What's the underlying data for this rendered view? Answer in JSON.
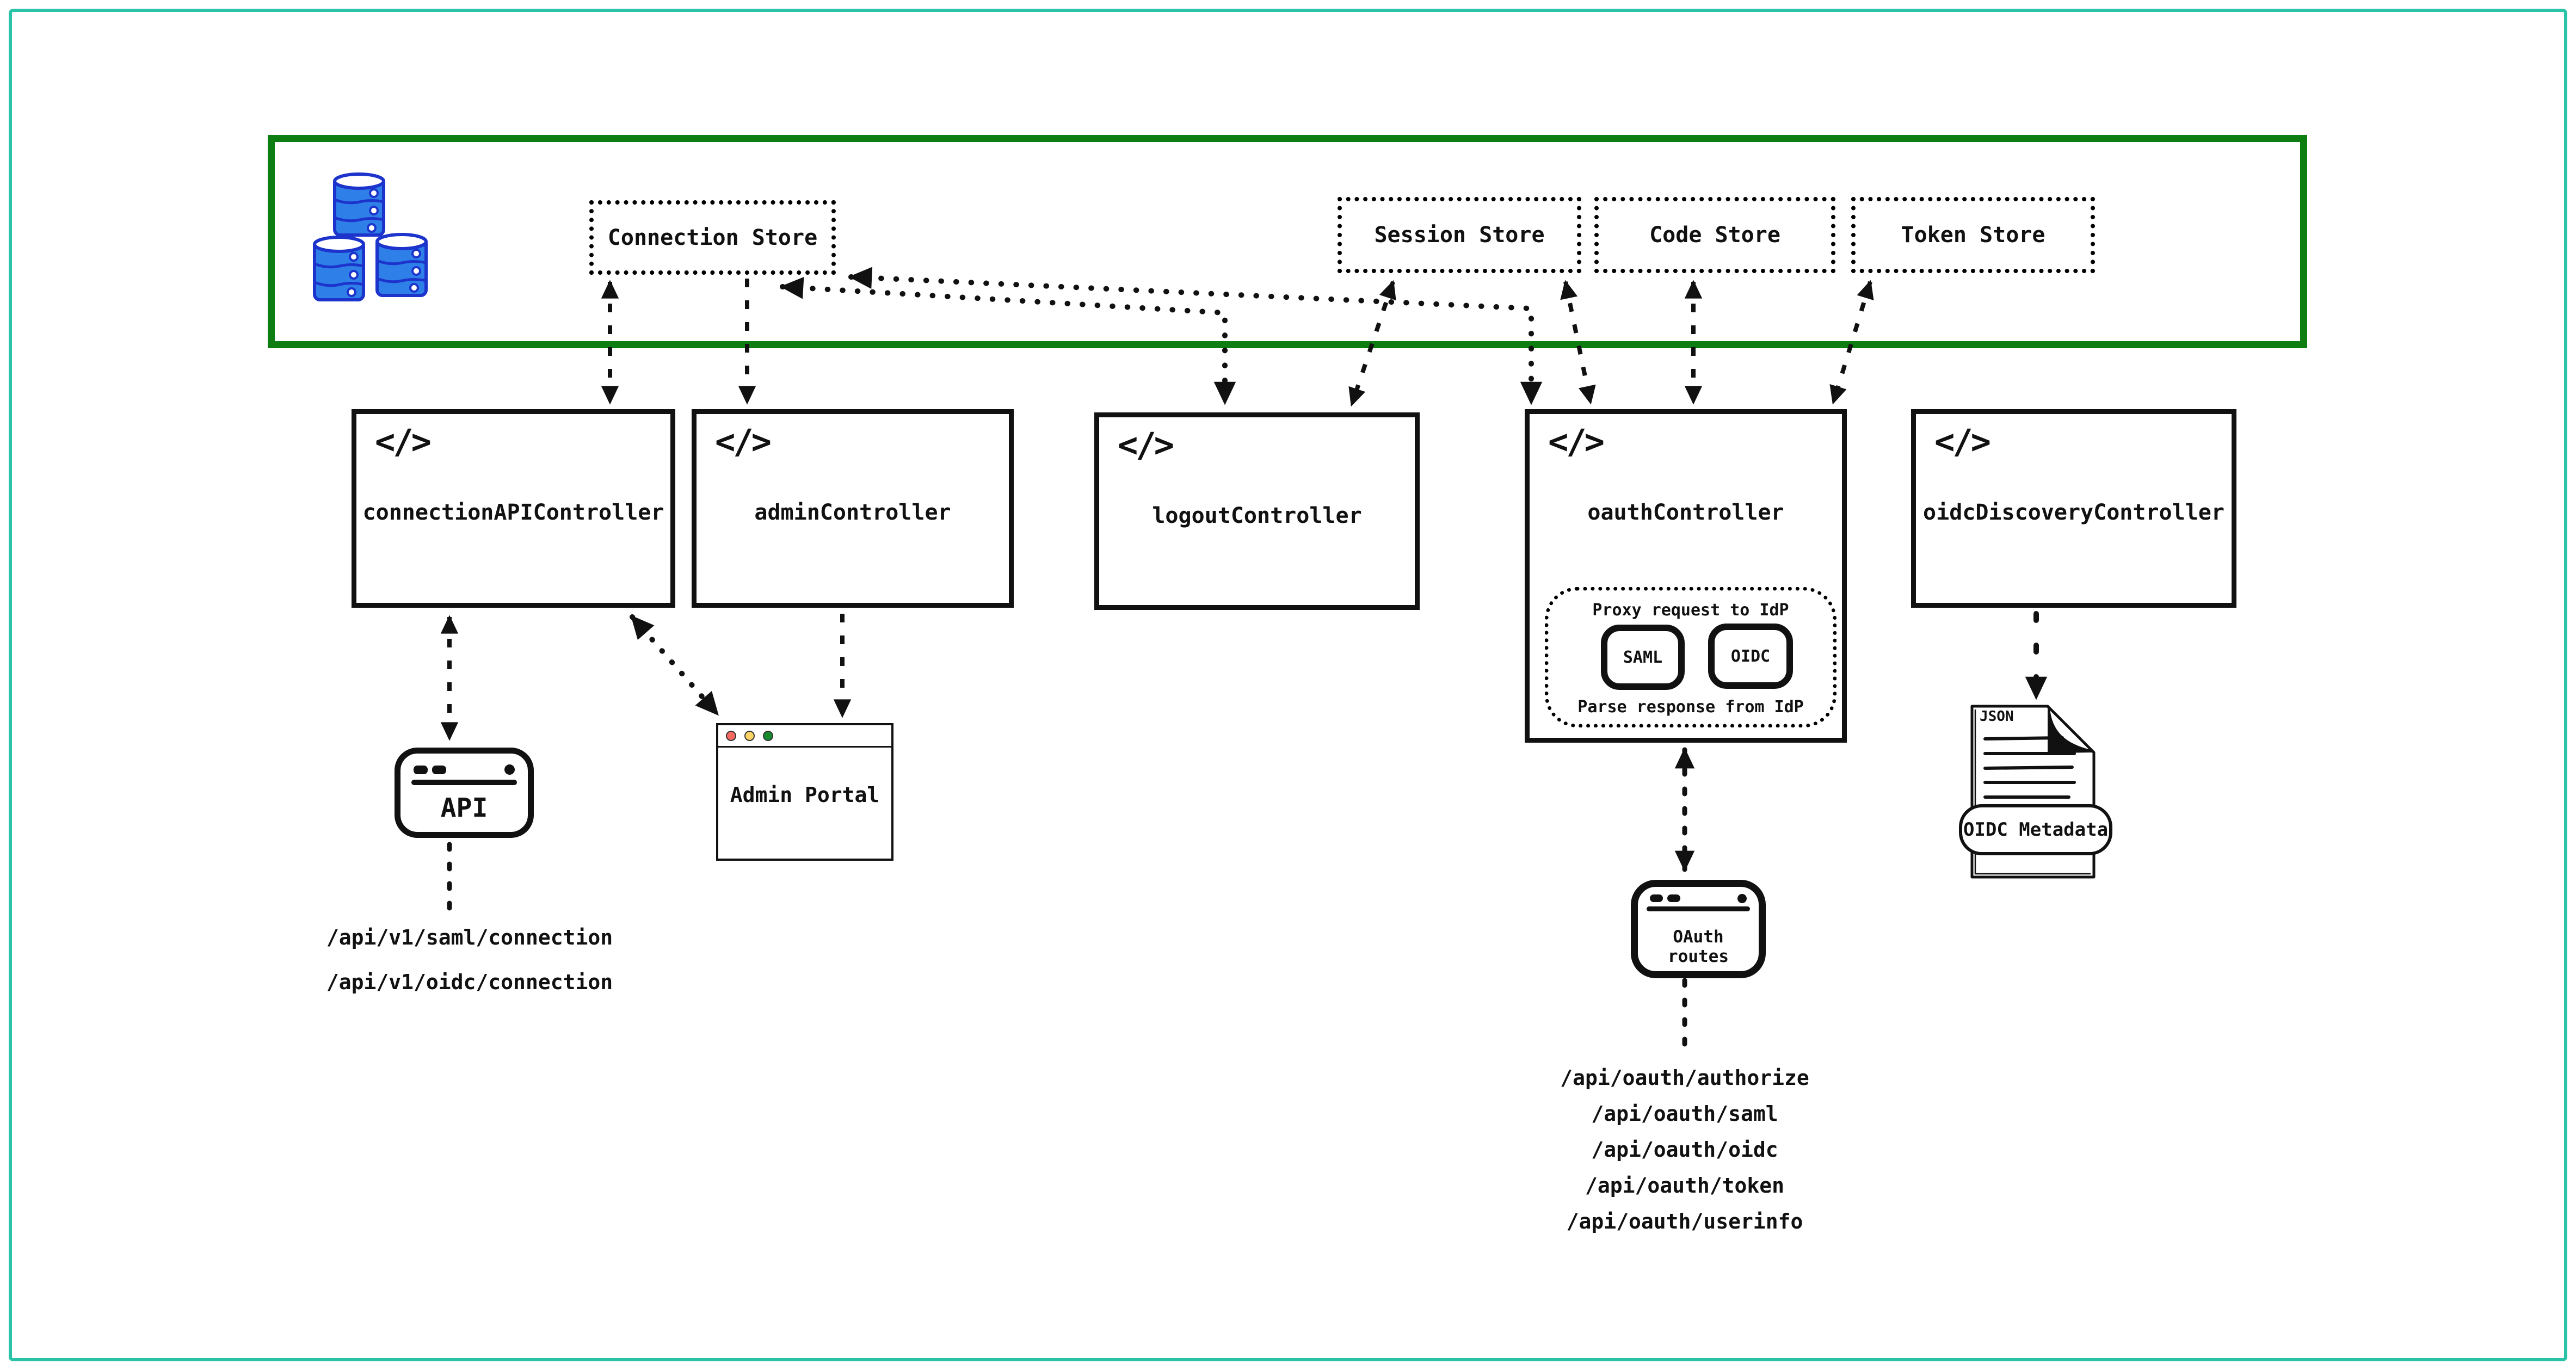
{
  "colors": {
    "page_border": "#2bc3a8",
    "store_zone_border": "#0e7d12",
    "database_fill": "#2e80e8",
    "database_stroke": "#1c34cc",
    "traffic_red": "#fb6a60",
    "traffic_yellow": "#fbd465",
    "traffic_green": "#178a2c"
  },
  "store_zone": {
    "database_icon": "database-stack-icon",
    "stores": {
      "connection": {
        "label": "Connection Store"
      },
      "session": {
        "label": "Session Store"
      },
      "code": {
        "label": "Code Store"
      },
      "token": {
        "label": "Token Store"
      }
    }
  },
  "controllers": {
    "code_icon": "</>",
    "connection_api": {
      "label": "connectionAPIController"
    },
    "admin": {
      "label": "adminController"
    },
    "logout": {
      "label": "logoutController"
    },
    "oauth": {
      "label": "oauthController",
      "proxy_title": "Proxy request to IdP",
      "saml_label": "SAML",
      "oidc_label": "OIDC",
      "parse_title": "Parse response from IdP"
    },
    "oidc_discovery": {
      "label": "oidcDiscoveryController"
    }
  },
  "endpoints": {
    "api_window": {
      "label": "API",
      "routes": [
        "/api/v1/saml/connection",
        "/api/v1/oidc/connection"
      ]
    },
    "admin_portal": {
      "label": "Admin Portal"
    },
    "oauth_window": {
      "label": "OAuth routes",
      "routes": [
        "/api/oauth/authorize",
        "/api/oauth/saml",
        "/api/oauth/oidc",
        "/api/oauth/token",
        "/api/oauth/userinfo"
      ]
    },
    "oidc_document": {
      "file_type": "JSON",
      "label": "OIDC Metadata"
    }
  }
}
